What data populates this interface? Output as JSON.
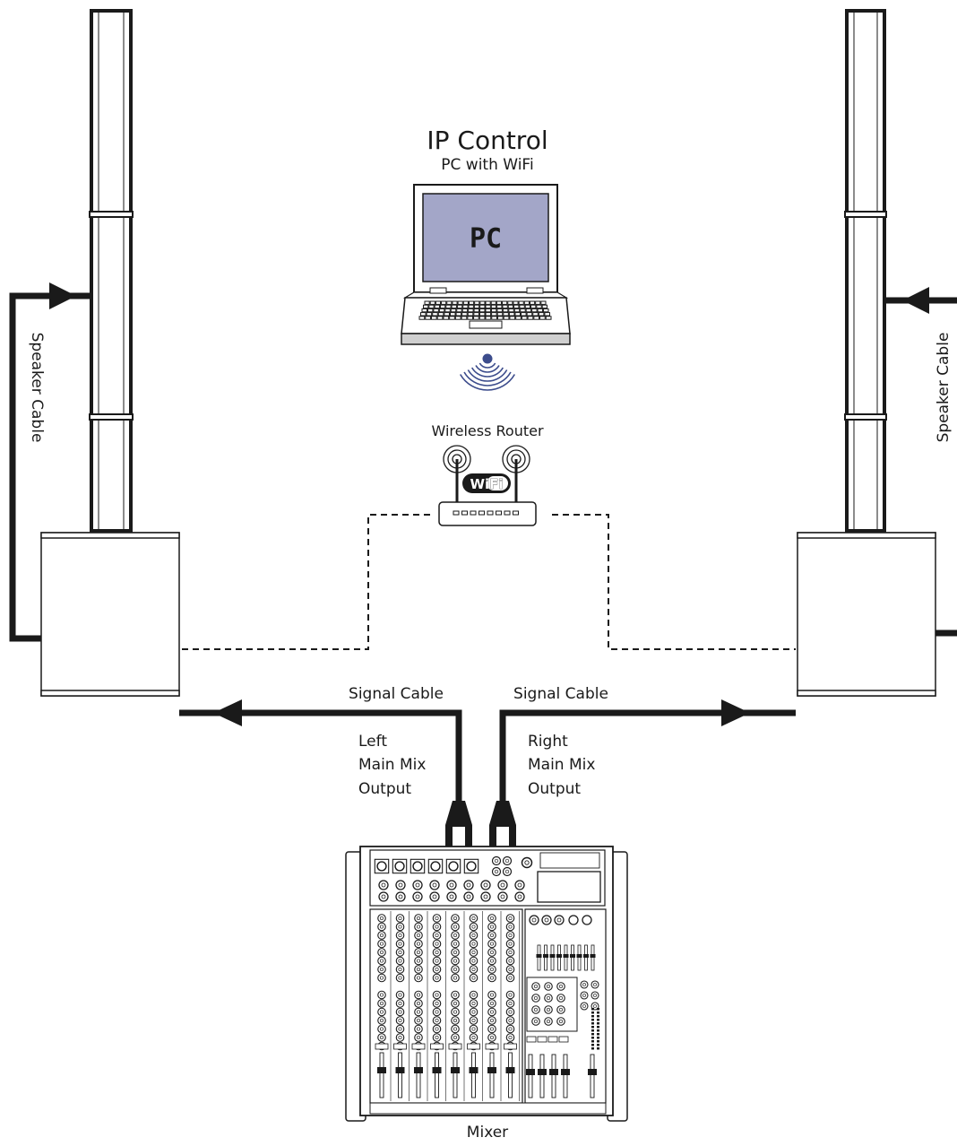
{
  "title": "IP Control",
  "subtitle": "PC with WiFi",
  "laptop_screen_text": "PC",
  "router_label": "Wireless Router",
  "wifi_badge": "WiFi",
  "speaker_cable_left": "Speaker Cable",
  "speaker_cable_right": "Speaker Cable",
  "signal_cable_left": "Signal Cable",
  "signal_cable_right": "Signal Cable",
  "left_output": [
    "Left",
    "Main Mix",
    "Output"
  ],
  "right_output": [
    "Right",
    "Main Mix",
    "Output"
  ],
  "mixer_label": "Mixer",
  "colors": {
    "line": "#1a1a1a",
    "screen": "#a3a6c8",
    "laptop_base": "#cfcfcf",
    "wifi_blue": "#3c4c8c"
  }
}
